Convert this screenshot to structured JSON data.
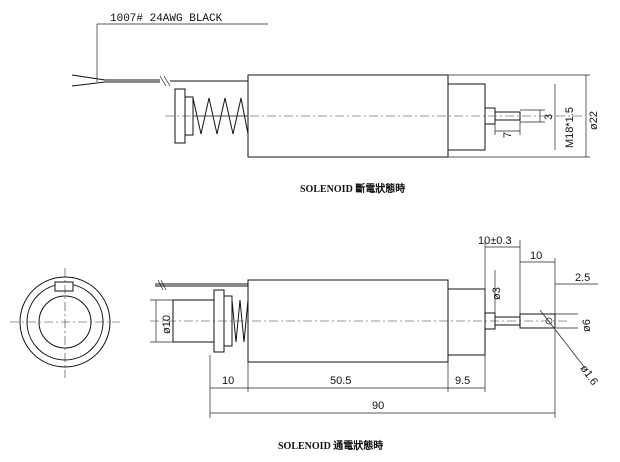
{
  "wire_label": "1007# 24AWG BLACK",
  "caption_top": "SOLENOID 斷電狀態時",
  "caption_bottom": "SOLENOID 通電狀態時",
  "dims_top": {
    "thread": "M18*1.5",
    "dia": "ø22",
    "d3": "3",
    "d7": "7"
  },
  "dims_bottom": {
    "d10_03": "10±0.3",
    "d10_top": "10",
    "d2_5": "2.5",
    "dia3": "ø3",
    "dia6": "ø6",
    "dia10": "ø10",
    "dia1_6": "ø1.6",
    "len10": "10",
    "len50_5": "50.5",
    "len9_5": "9.5",
    "len90": "90"
  }
}
